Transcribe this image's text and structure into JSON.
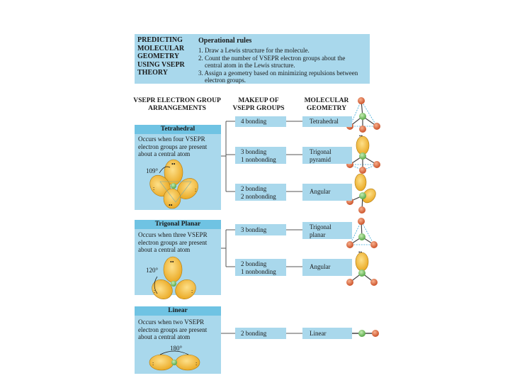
{
  "header": {
    "left_title": [
      "PREDICTING",
      "MOLECULAR",
      "GEOMETRY",
      "USING VSEPR",
      "THEORY"
    ],
    "rules_title": "Operational rules",
    "rules": [
      "1. Draw a Lewis structure for the molecule.",
      "2. Count the number of VSEPR electron groups about the",
      "central atom in the Lewis structure.",
      "3. Assign a geometry based on minimizing repulsions between",
      "electron groups."
    ]
  },
  "columns": {
    "c1": [
      "VSEPR ELECTRON GROUP",
      "ARRANGEMENTS"
    ],
    "c2": [
      "MAKEUP OF",
      "VSEPR GROUPS"
    ],
    "c3": [
      "MOLECULAR",
      "GEOMETRY"
    ]
  },
  "sections": [
    {
      "title": "Tetrahedral",
      "desc": [
        "Occurs when four VSEPR",
        "electron groups are present",
        "about a central atom"
      ],
      "angle": "109°",
      "rows": [
        {
          "makeup": [
            "4 bonding"
          ],
          "geometry": [
            "Tetrahedral"
          ]
        },
        {
          "makeup": [
            "3 bonding",
            "1 nonbonding"
          ],
          "geometry": [
            "Trigonal",
            "pyramid"
          ]
        },
        {
          "makeup": [
            "2 bonding",
            "2 nonbonding"
          ],
          "geometry": [
            "Angular"
          ]
        }
      ]
    },
    {
      "title": "Trigonal Planar",
      "desc": [
        "Occurs when three VSEPR",
        "electron groups are present",
        "about a central atom"
      ],
      "angle": "120°",
      "rows": [
        {
          "makeup": [
            "3 bonding"
          ],
          "geometry": [
            "Trigonal",
            "planar"
          ]
        },
        {
          "makeup": [
            "2 bonding",
            "1 nonbonding"
          ],
          "geometry": [
            "Angular"
          ]
        }
      ]
    },
    {
      "title": "Linear",
      "desc": [
        "Occurs when two VSEPR",
        "electron groups are present",
        "about a central atom"
      ],
      "angle": "180°",
      "rows": [
        {
          "makeup": [
            "2 bonding"
          ],
          "geometry": [
            "Linear"
          ]
        }
      ]
    }
  ],
  "colors": {
    "panel": "#a9d8ec",
    "panel_head": "#6fc3e3",
    "lobe": "#f2b937",
    "central_atom": "#7cc36b",
    "outer_atom": "#e0683a",
    "connector": "#555555"
  },
  "icons": [
    "orbital-lobe-icon",
    "central-atom-icon",
    "outer-atom-icon",
    "lone-pair-icon"
  ]
}
